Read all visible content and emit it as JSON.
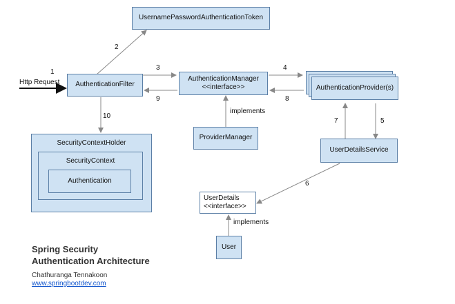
{
  "boxes": {
    "token": "UsernamePasswordAuthenticationToken",
    "filter": "AuthenticationFilter",
    "manager_line1": "AuthenticationManager",
    "manager_line2": "<<interface>>",
    "provider": "AuthenticationProvider(s)",
    "provider_manager": "ProviderManager",
    "user_details_service": "UserDetailsService",
    "user_details_line1": "UserDetails",
    "user_details_line2": "<<interface>>",
    "user": "User",
    "security_context_holder": "SecurityContextHolder",
    "security_context": "SecurityContext",
    "authentication": "Authentication"
  },
  "labels": {
    "http_request": "Http Request",
    "implements_manager": "implements",
    "implements_user": "implements"
  },
  "steps": {
    "s1": "1",
    "s2": "2",
    "s3": "3",
    "s4": "4",
    "s5": "5",
    "s6": "6",
    "s7": "7",
    "s8": "8",
    "s9": "9",
    "s10": "10"
  },
  "footer": {
    "title_line1": "Spring Security",
    "title_line2": "Authentication Architecture",
    "author": "Chathuranga Tennakoon",
    "website": "www.springbootdev.com"
  },
  "colors": {
    "box_fill": "#cfe2f3",
    "box_border": "#5b7fa6",
    "arrow": "#888888",
    "link": "#1155cc"
  }
}
